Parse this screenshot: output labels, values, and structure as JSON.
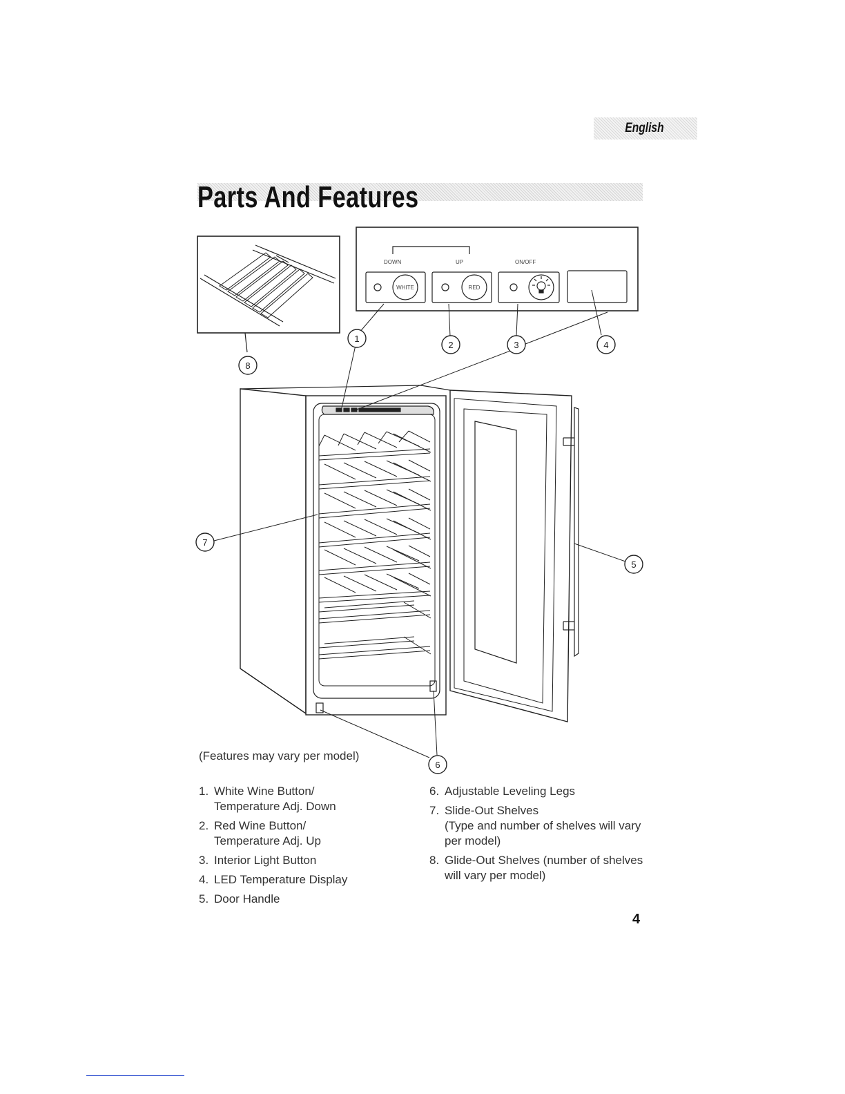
{
  "header": {
    "language_tab": "English"
  },
  "title": "Parts And Features",
  "control_panel": {
    "down_label": "DOWN",
    "up_label": "UP",
    "onoff_label": "ON/OFF",
    "white_button": "WHITE",
    "red_button": "RED"
  },
  "callouts": [
    "1",
    "2",
    "3",
    "4",
    "5",
    "6",
    "7",
    "8"
  ],
  "caption": "(Features may vary per model)",
  "parts_left": [
    {
      "num": "1.",
      "lines": [
        "White Wine Button/",
        "Temperature Adj. Down"
      ]
    },
    {
      "num": "2.",
      "lines": [
        "Red Wine Button/",
        "Temperature Adj. Up"
      ]
    },
    {
      "num": "3.",
      "lines": [
        "Interior Light Button"
      ]
    },
    {
      "num": "4.",
      "lines": [
        "LED Temperature Display"
      ]
    },
    {
      "num": "5.",
      "lines": [
        "Door Handle"
      ]
    }
  ],
  "parts_right": [
    {
      "num": "6.",
      "lines": [
        "Adjustable Leveling Legs"
      ]
    },
    {
      "num": "7.",
      "lines": [
        "Slide-Out Shelves",
        "(Type and number of shelves will vary",
        "per model)"
      ]
    },
    {
      "num": "8.",
      "lines": [
        "Glide-Out Shelves (number of shelves",
        "will vary per model)"
      ]
    }
  ],
  "page_number": "4"
}
